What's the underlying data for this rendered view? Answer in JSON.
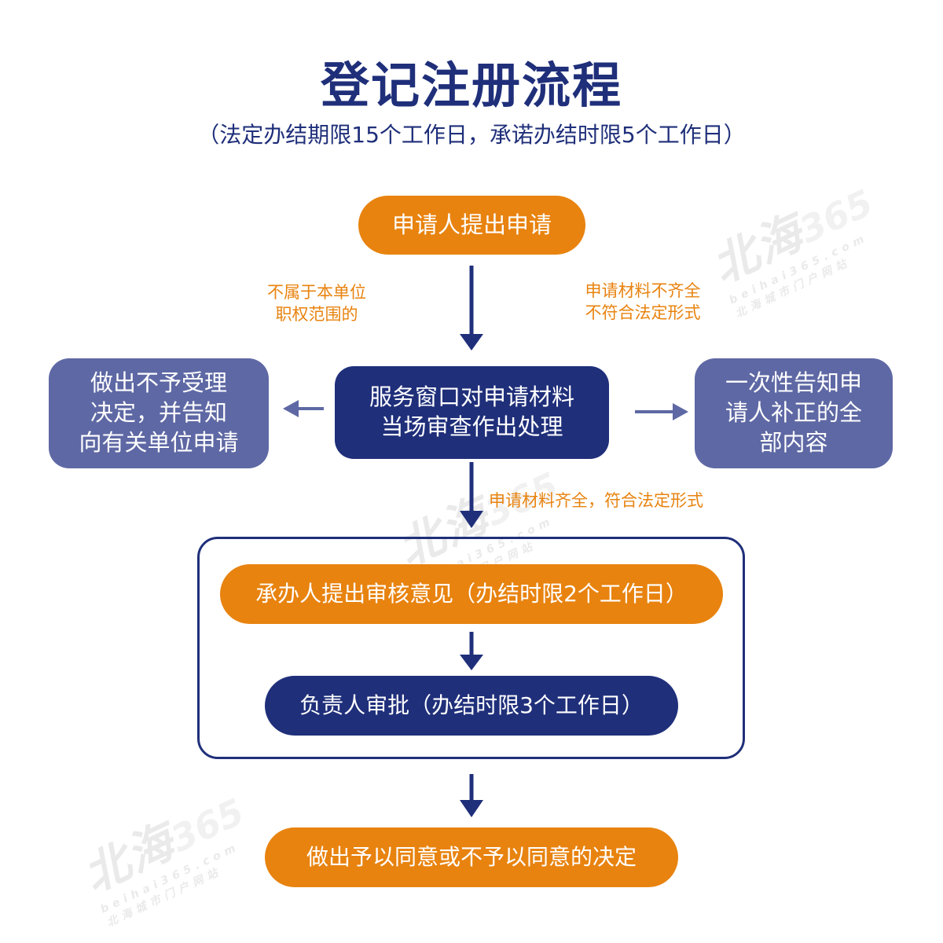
{
  "title": "登记注册流程",
  "subtitle": "（法定办结期限15个工作日，承诺办结时限5个工作日）",
  "nodes": {
    "apply": "申请人提出申请",
    "review_line1": "服务窗口对申请材料",
    "review_line2": "当场审查作出处理",
    "reject_line1": "做出不予受理",
    "reject_line2": "决定，并告知",
    "reject_line3": "向有关单位申请",
    "notify_line1": "一次性告知申",
    "notify_line2": "请人补正的全",
    "notify_line3": "部内容",
    "opinion": "承办人提出审核意见（办结时限2个工作日）",
    "approve": "负责人审批（办结时限3个工作日）",
    "decision": "做出予以同意或不予以同意的决定"
  },
  "notes": {
    "left_line1": "不属于本单位",
    "left_line2": "职权范围的",
    "right_line1": "申请材料不齐全",
    "right_line2": "不符合法定形式",
    "middle": "申请材料齐全，符合法定形式"
  },
  "watermark": {
    "brand": "北海",
    "number": "365",
    "domain": "beihai365.com",
    "tagline": "北海城市门户网站"
  },
  "colors": {
    "navy": "#1f2f7a",
    "orange": "#e8830f",
    "slate": "#5e68a4"
  }
}
